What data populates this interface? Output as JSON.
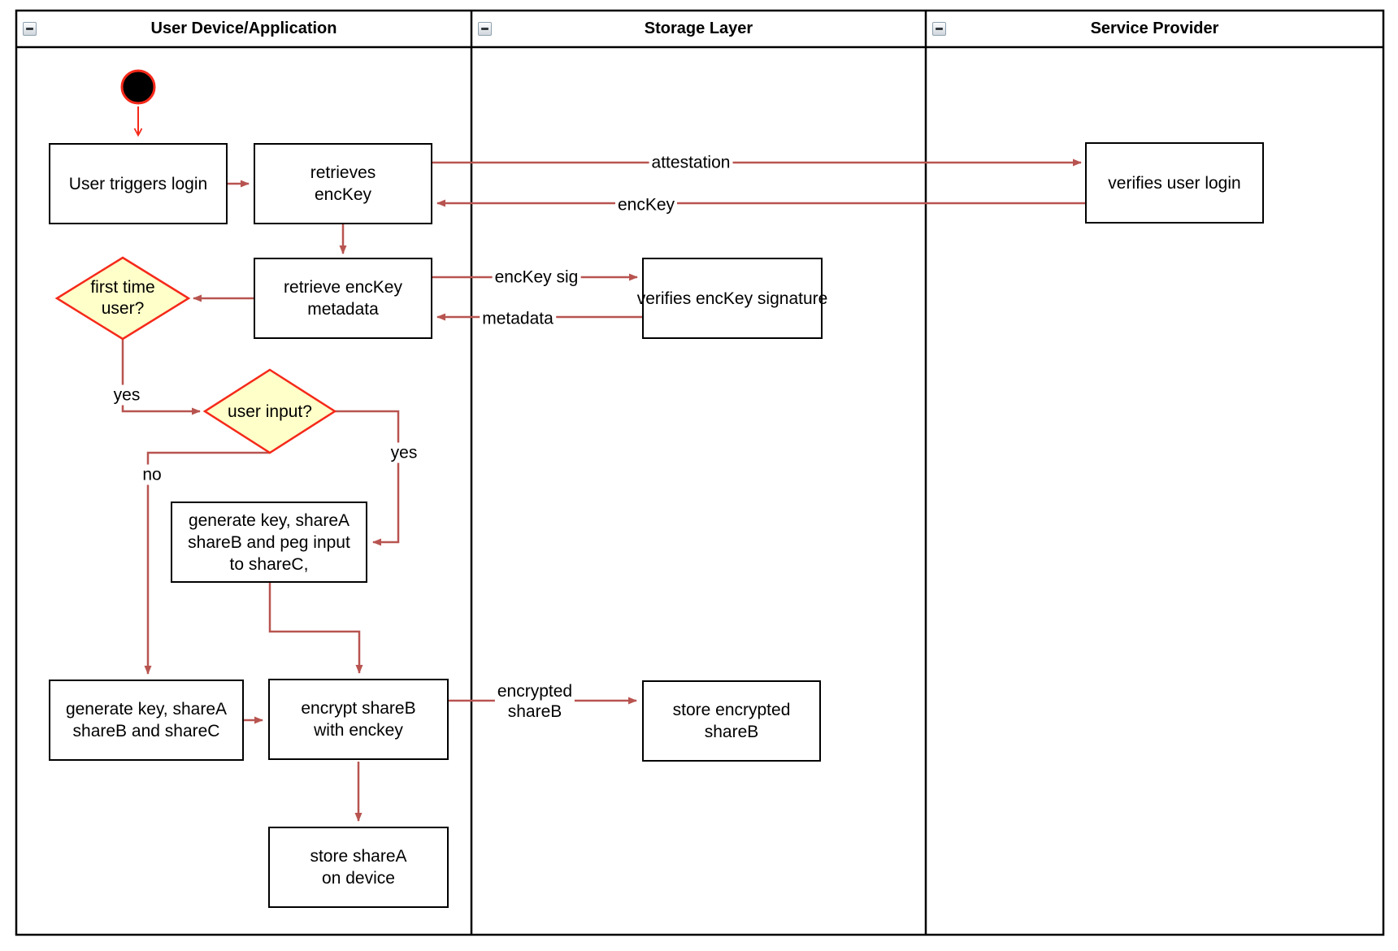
{
  "diagram": {
    "lanes": [
      {
        "title": "User Device/Application"
      },
      {
        "title": "Storage Layer"
      },
      {
        "title": "Service Provider"
      }
    ],
    "nodes": {
      "user_triggers_login": {
        "label": "User triggers login"
      },
      "retrieves_enckey": {
        "line1": "retrieves",
        "line2": "encKey"
      },
      "verifies_user_login": {
        "label": "verifies user login"
      },
      "retrieve_enckey_metadata": {
        "line1": "retrieve encKey",
        "line2": "metadata"
      },
      "verifies_enckey_signature": {
        "label": "verifies encKey signature"
      },
      "first_time_user": {
        "line1": "first time",
        "line2": "user?"
      },
      "user_input": {
        "label": "user input?"
      },
      "generate_key_peg": {
        "line1": "generate key, shareA",
        "line2": "shareB and peg input",
        "line3": "to shareC,"
      },
      "generate_key_sharec": {
        "line1": "generate key, shareA",
        "line2": "shareB and shareC"
      },
      "encrypt_shareb": {
        "line1": "encrypt shareB",
        "line2": "with enckey"
      },
      "store_encrypted_shareb": {
        "line1": "store encrypted",
        "line2": "shareB"
      },
      "store_sharea": {
        "line1": "store shareA",
        "line2": "on device"
      }
    },
    "edge_labels": {
      "attestation": "attestation",
      "enckey": "encKey",
      "enckey_sig": "encKey sig",
      "metadata": "metadata",
      "yes_first_time": "yes",
      "yes_user_input": "yes",
      "no_user_input": "no",
      "encrypted_shareb_line1": "encrypted",
      "encrypted_shareb_line2": "shareB"
    },
    "colors": {
      "flow_edge": "#B85450",
      "accent_red": "#F5291A",
      "diamond_fill": "#FFFFC9",
      "border_black": "#000000"
    }
  }
}
